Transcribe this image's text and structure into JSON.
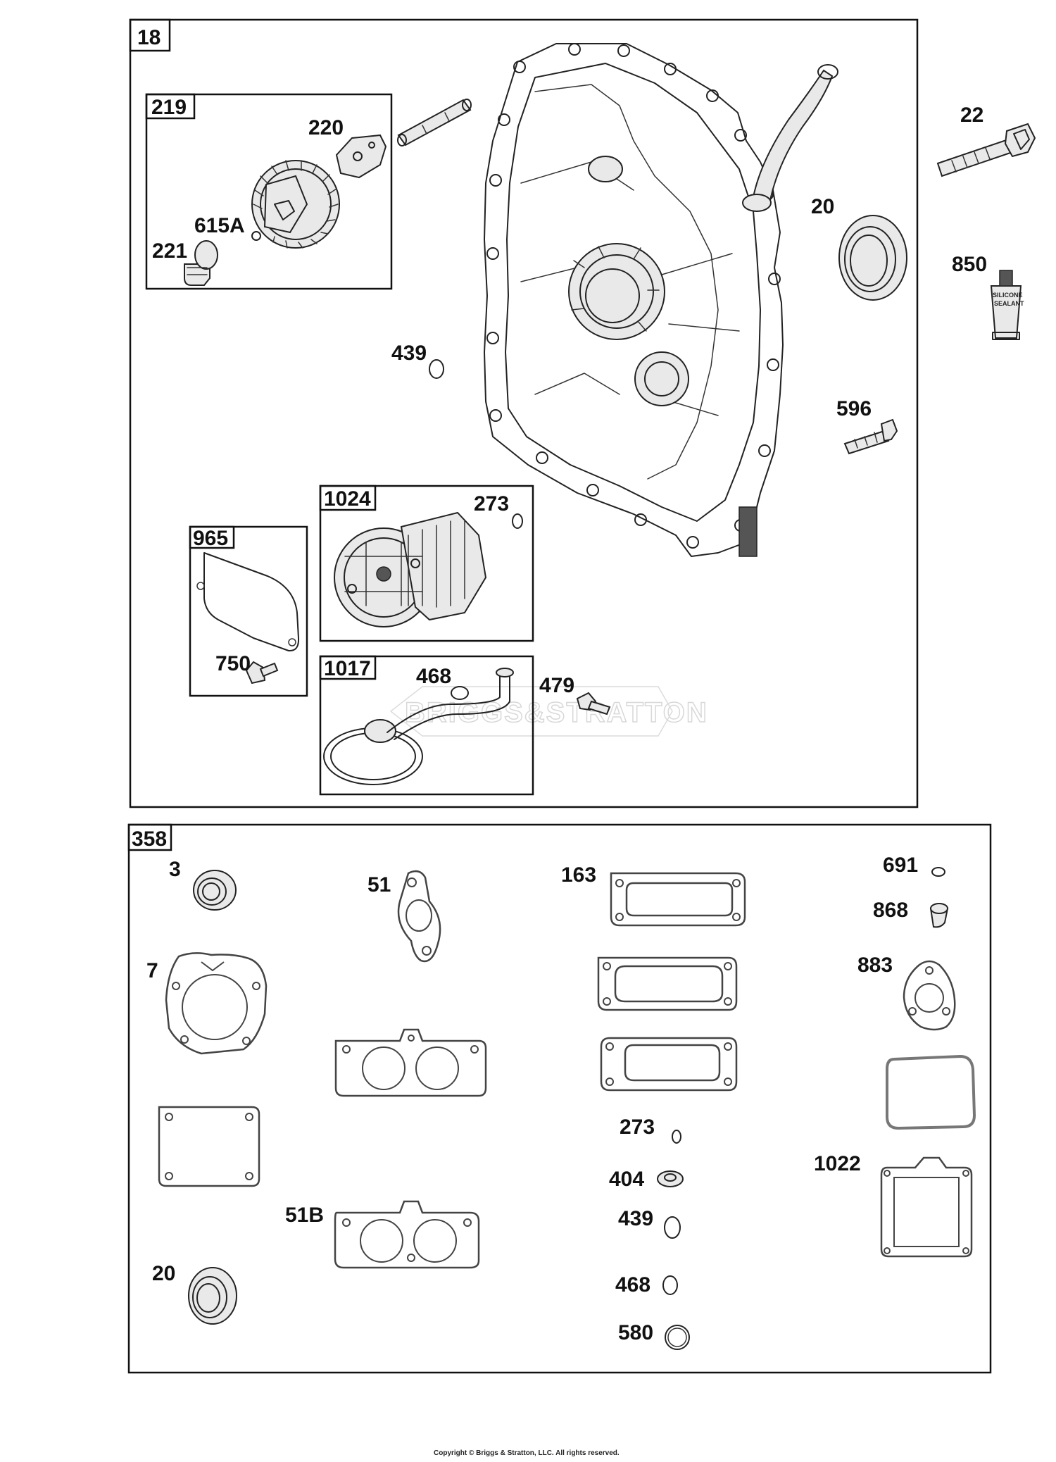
{
  "sections": {
    "top": {
      "number": "18"
    },
    "bottom": {
      "number": "358"
    }
  },
  "subkits": {
    "k219": "219",
    "k965": "965",
    "k1024": "1024",
    "k1017": "1017"
  },
  "callouts": {
    "p220": "220",
    "p615A": "615A",
    "p221": "221",
    "p22": "22",
    "p20_top": "20",
    "p850": "850",
    "p439_top": "439",
    "p596": "596",
    "p273_top": "273",
    "p750": "750",
    "p468_top": "468",
    "p479": "479",
    "p3": "3",
    "p51": "51",
    "p163": "163",
    "p691": "691",
    "p868": "868",
    "p7": "7",
    "p883": "883",
    "p273_bottom": "273",
    "p404": "404",
    "p439_bottom": "439",
    "p468_bottom": "468",
    "p580": "580",
    "p1022": "1022",
    "p51B": "51B",
    "p20_bottom": "20"
  },
  "product_label": {
    "tube_line1": "SILICONE",
    "tube_line2": "SEALANT"
  },
  "watermark": "BRIGGS&STRATTON",
  "footer": {
    "copyright": "Copyright © Briggs & Stratton, LLC. All rights reserved."
  }
}
